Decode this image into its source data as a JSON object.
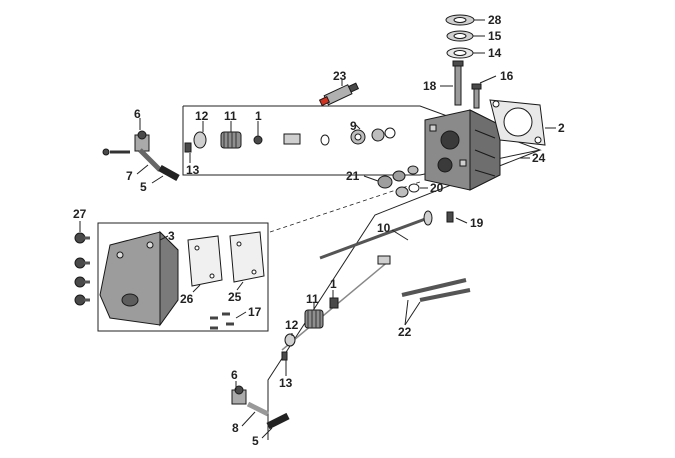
{
  "diagram": {
    "callouts": {
      "c28": "28",
      "c15": "15",
      "c14": "14",
      "c18": "18",
      "c16": "16",
      "c23": "23",
      "c2": "2",
      "c24": "24",
      "c6a": "6",
      "c12a": "12",
      "c11a": "11",
      "c1a": "1",
      "c9": "9",
      "c13a": "13",
      "c7": "7",
      "c5a": "5",
      "c21": "21",
      "c20": "20",
      "c27": "27",
      "c3": "3",
      "c10": "10",
      "c19": "19",
      "c26": "26",
      "c25": "25",
      "c17": "17",
      "c1b": "1",
      "c11b": "11",
      "c12b": "12",
      "c13b": "13",
      "c22": "22",
      "c6b": "6",
      "c8": "8",
      "c5b": "5"
    }
  }
}
